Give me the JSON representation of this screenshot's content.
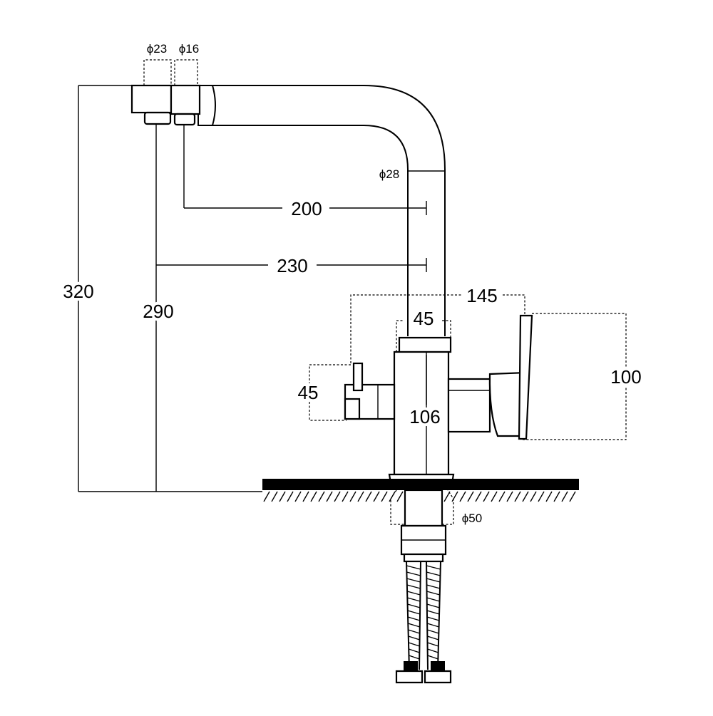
{
  "drawing": {
    "dims": {
      "d23": "ϕ23",
      "d16": "ϕ16",
      "d28": "ϕ28",
      "d50": "ϕ50",
      "w200": "200",
      "w230": "230",
      "h320": "320",
      "h290": "290",
      "w145": "145",
      "w45_top": "45",
      "h45_side": "45",
      "h106": "106",
      "h100": "100"
    },
    "colors": {
      "line": "#000000",
      "background": "#ffffff"
    }
  }
}
